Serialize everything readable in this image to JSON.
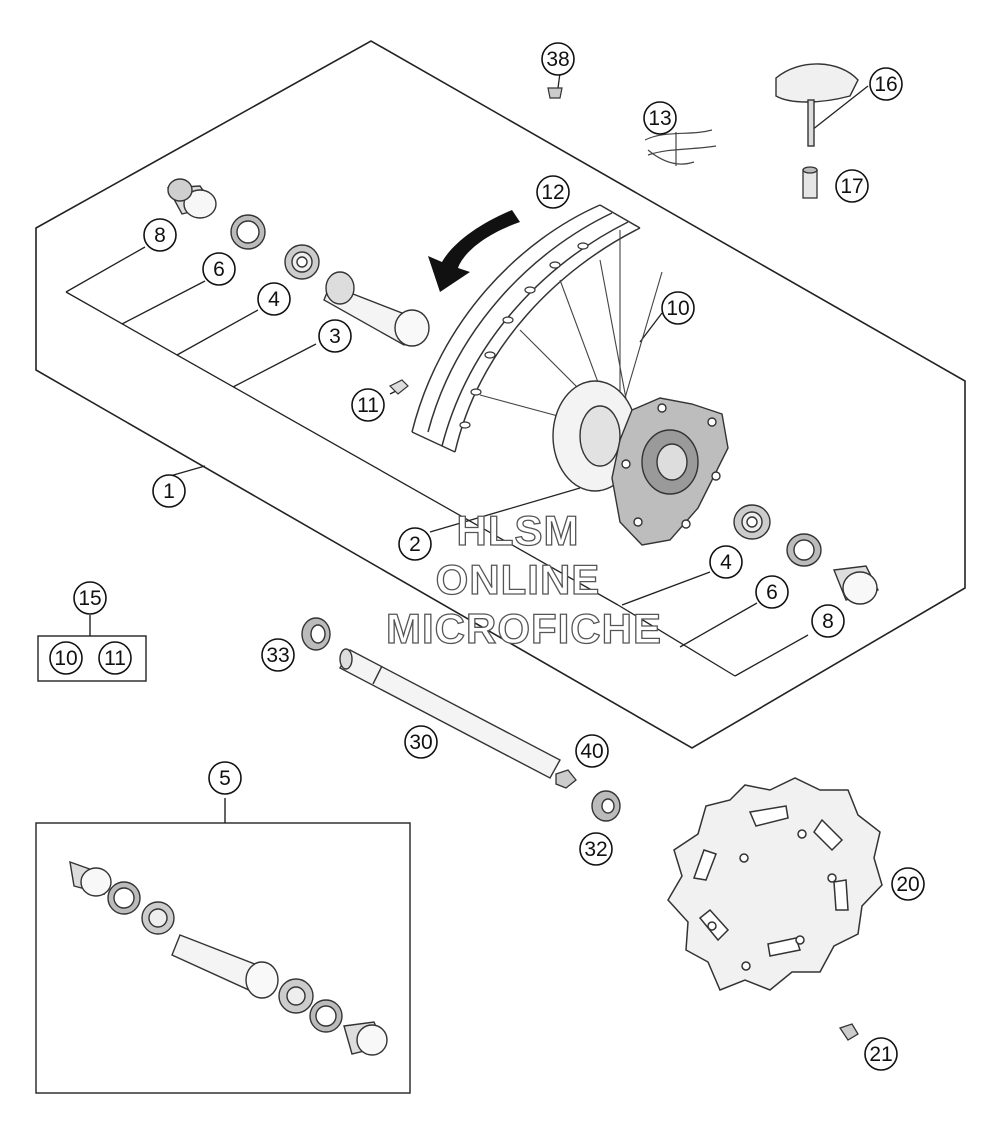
{
  "diagram": {
    "callouts": [
      {
        "id": "c-38",
        "label": "38"
      },
      {
        "id": "c-16",
        "label": "16"
      },
      {
        "id": "c-13",
        "label": "13"
      },
      {
        "id": "c-17",
        "label": "17"
      },
      {
        "id": "c-12",
        "label": "12"
      },
      {
        "id": "c-8a",
        "label": "8"
      },
      {
        "id": "c-6a",
        "label": "6"
      },
      {
        "id": "c-4a",
        "label": "4"
      },
      {
        "id": "c-3",
        "label": "3"
      },
      {
        "id": "c-10a",
        "label": "10"
      },
      {
        "id": "c-11a",
        "label": "11"
      },
      {
        "id": "c-1",
        "label": "1"
      },
      {
        "id": "c-2",
        "label": "2"
      },
      {
        "id": "c-4b",
        "label": "4"
      },
      {
        "id": "c-6b",
        "label": "6"
      },
      {
        "id": "c-8b",
        "label": "8"
      },
      {
        "id": "c-15",
        "label": "15"
      },
      {
        "id": "c-10b",
        "label": "10"
      },
      {
        "id": "c-11b",
        "label": "11"
      },
      {
        "id": "c-33",
        "label": "33"
      },
      {
        "id": "c-30",
        "label": "30"
      },
      {
        "id": "c-40",
        "label": "40"
      },
      {
        "id": "c-32",
        "label": "32"
      },
      {
        "id": "c-5",
        "label": "5"
      },
      {
        "id": "c-20",
        "label": "20"
      },
      {
        "id": "c-21",
        "label": "21"
      }
    ],
    "watermark": {
      "line1": "HLSM",
      "line2": "ONLINE",
      "line3": "MICROFICHE"
    }
  }
}
